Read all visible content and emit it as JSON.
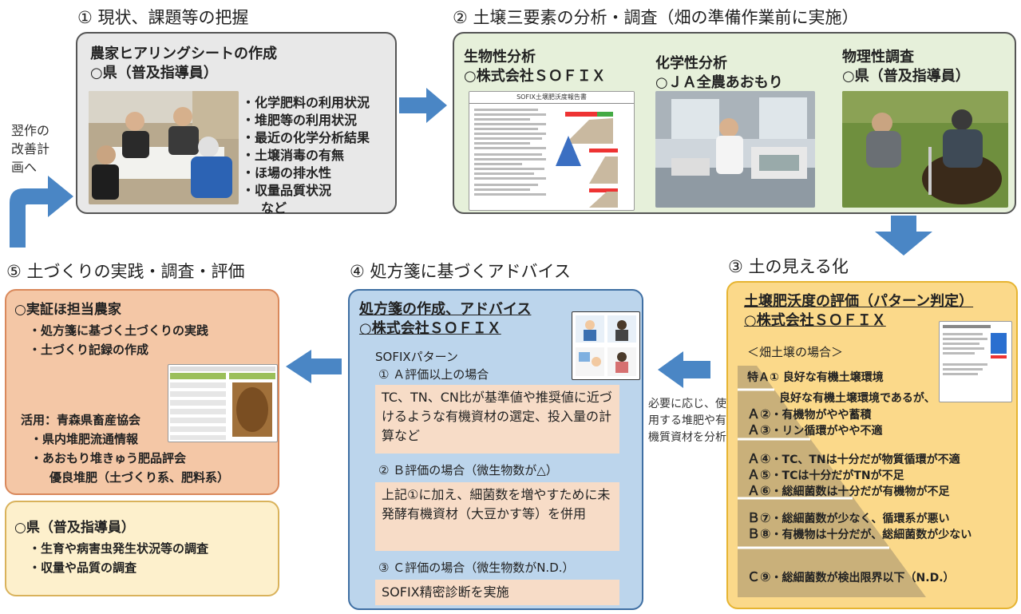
{
  "step1": {
    "title": "① 現状、課題等の把握",
    "heading1": "農家ヒアリングシートの作成",
    "heading2": "○県（普及指導員）",
    "items": [
      "・化学肥料の利用状況",
      "・堆肥等の利用状況",
      "・最近の化学分析結果",
      "・土壌消毒の有無",
      "・ほ場の排水性",
      "・収量品質状況",
      "など"
    ]
  },
  "step2": {
    "title": "② 土壌三要素の分析・調査（畑の準備作業前に実施）",
    "bio_title": "生物性分析",
    "bio_org": "○株式会社ＳＯＦＩＸ",
    "chem_title": "化学性分析",
    "chem_org": "○ＪＡ全農あおもり",
    "phys_title": "物理性調査",
    "phys_org": "○県（普及指導員）",
    "report_header": "SOFIX土壌肥沃度報告書"
  },
  "step3": {
    "title": "③ 土の見える化",
    "heading1": "土壌肥沃度の評価（パターン判定）",
    "heading2": "○株式会社ＳＯＦＩＸ",
    "subheading": "＜畑土壌の場合＞",
    "rows": {
      "tokuA": "特Ａ① 良好な有機土壌環境",
      "a_intro": "良好な有機土壌環境であるが、",
      "a2": "・有機物がやや蓄積",
      "a3": "・リン循環がやや不適",
      "a4": "・TC、TNは十分だが物質循環が不適",
      "a5": "・TCは十分だがTNが不足",
      "a6": "・総細菌数は十分だが有機物が不足",
      "b7": "・総細菌数が少なく、循環系が悪い",
      "b8": "・有機物は十分だが、総細菌数が少ない",
      "c9": "・総細菌数が検出限界以下（N.D.）"
    },
    "codes": {
      "a2": "Ａ②",
      "a3": "Ａ③",
      "a4": "Ａ④",
      "a5": "Ａ⑤",
      "a6": "Ａ⑥",
      "b7": "Ｂ⑦",
      "b8": "Ｂ⑧",
      "c9": "Ｃ⑨"
    }
  },
  "step4": {
    "title": "④ 処方箋に基づくアドバイス",
    "heading1": "処方箋の作成、アドバイス",
    "heading2": "○株式会社ＳＯＦＩＸ",
    "pattern_label": "SOFIXパターン",
    "caseA": "① Ａ評価以上の場合",
    "caseA_text": "TC、TN、CN比が基準値や推奨値に近づけるような有機資材の選定、投入量の計算など",
    "caseB": "② Ｂ評価の場合（微生物数が△）",
    "caseB_text": "上記①に加え、細菌数を増やすために未発酵有機資材（大豆かす等）を併用",
    "caseC": "③ Ｃ評価の場合（微生物数がN.D.）",
    "caseC_text": "SOFIX精密診断を実施"
  },
  "step5": {
    "title": "⑤ 土づくりの実践・調査・評価",
    "farmer": "○実証ほ担当農家",
    "farmer_items": [
      "・処方箋に基づく土づくりの実践",
      "・土づくり記録の作成"
    ],
    "use_label": "活用：青森県畜産協会",
    "use_items": [
      "・県内堆肥流通情報",
      "・あおもり堆きゅう肥品評会"
    ],
    "use_sub": "優良堆肥（土づくり系、肥料系）",
    "pref": "○県（普及指導員）",
    "pref_items": [
      "・生育や病害虫発生状況等の調査",
      "・収量や品質の調査"
    ]
  },
  "side_note_left": "翌作の改善計画へ",
  "side_note_right": "必要に応じ、使用する堆肥や有機質資材を分析",
  "colors": {
    "arrow": "#4a86c5",
    "box1": "#e8e8e8",
    "box2": "#e6f0da",
    "box3": "#fbd98a",
    "box4": "#bcd5ec",
    "box5": "#f4c7a6",
    "box6": "#fdf0cc"
  }
}
